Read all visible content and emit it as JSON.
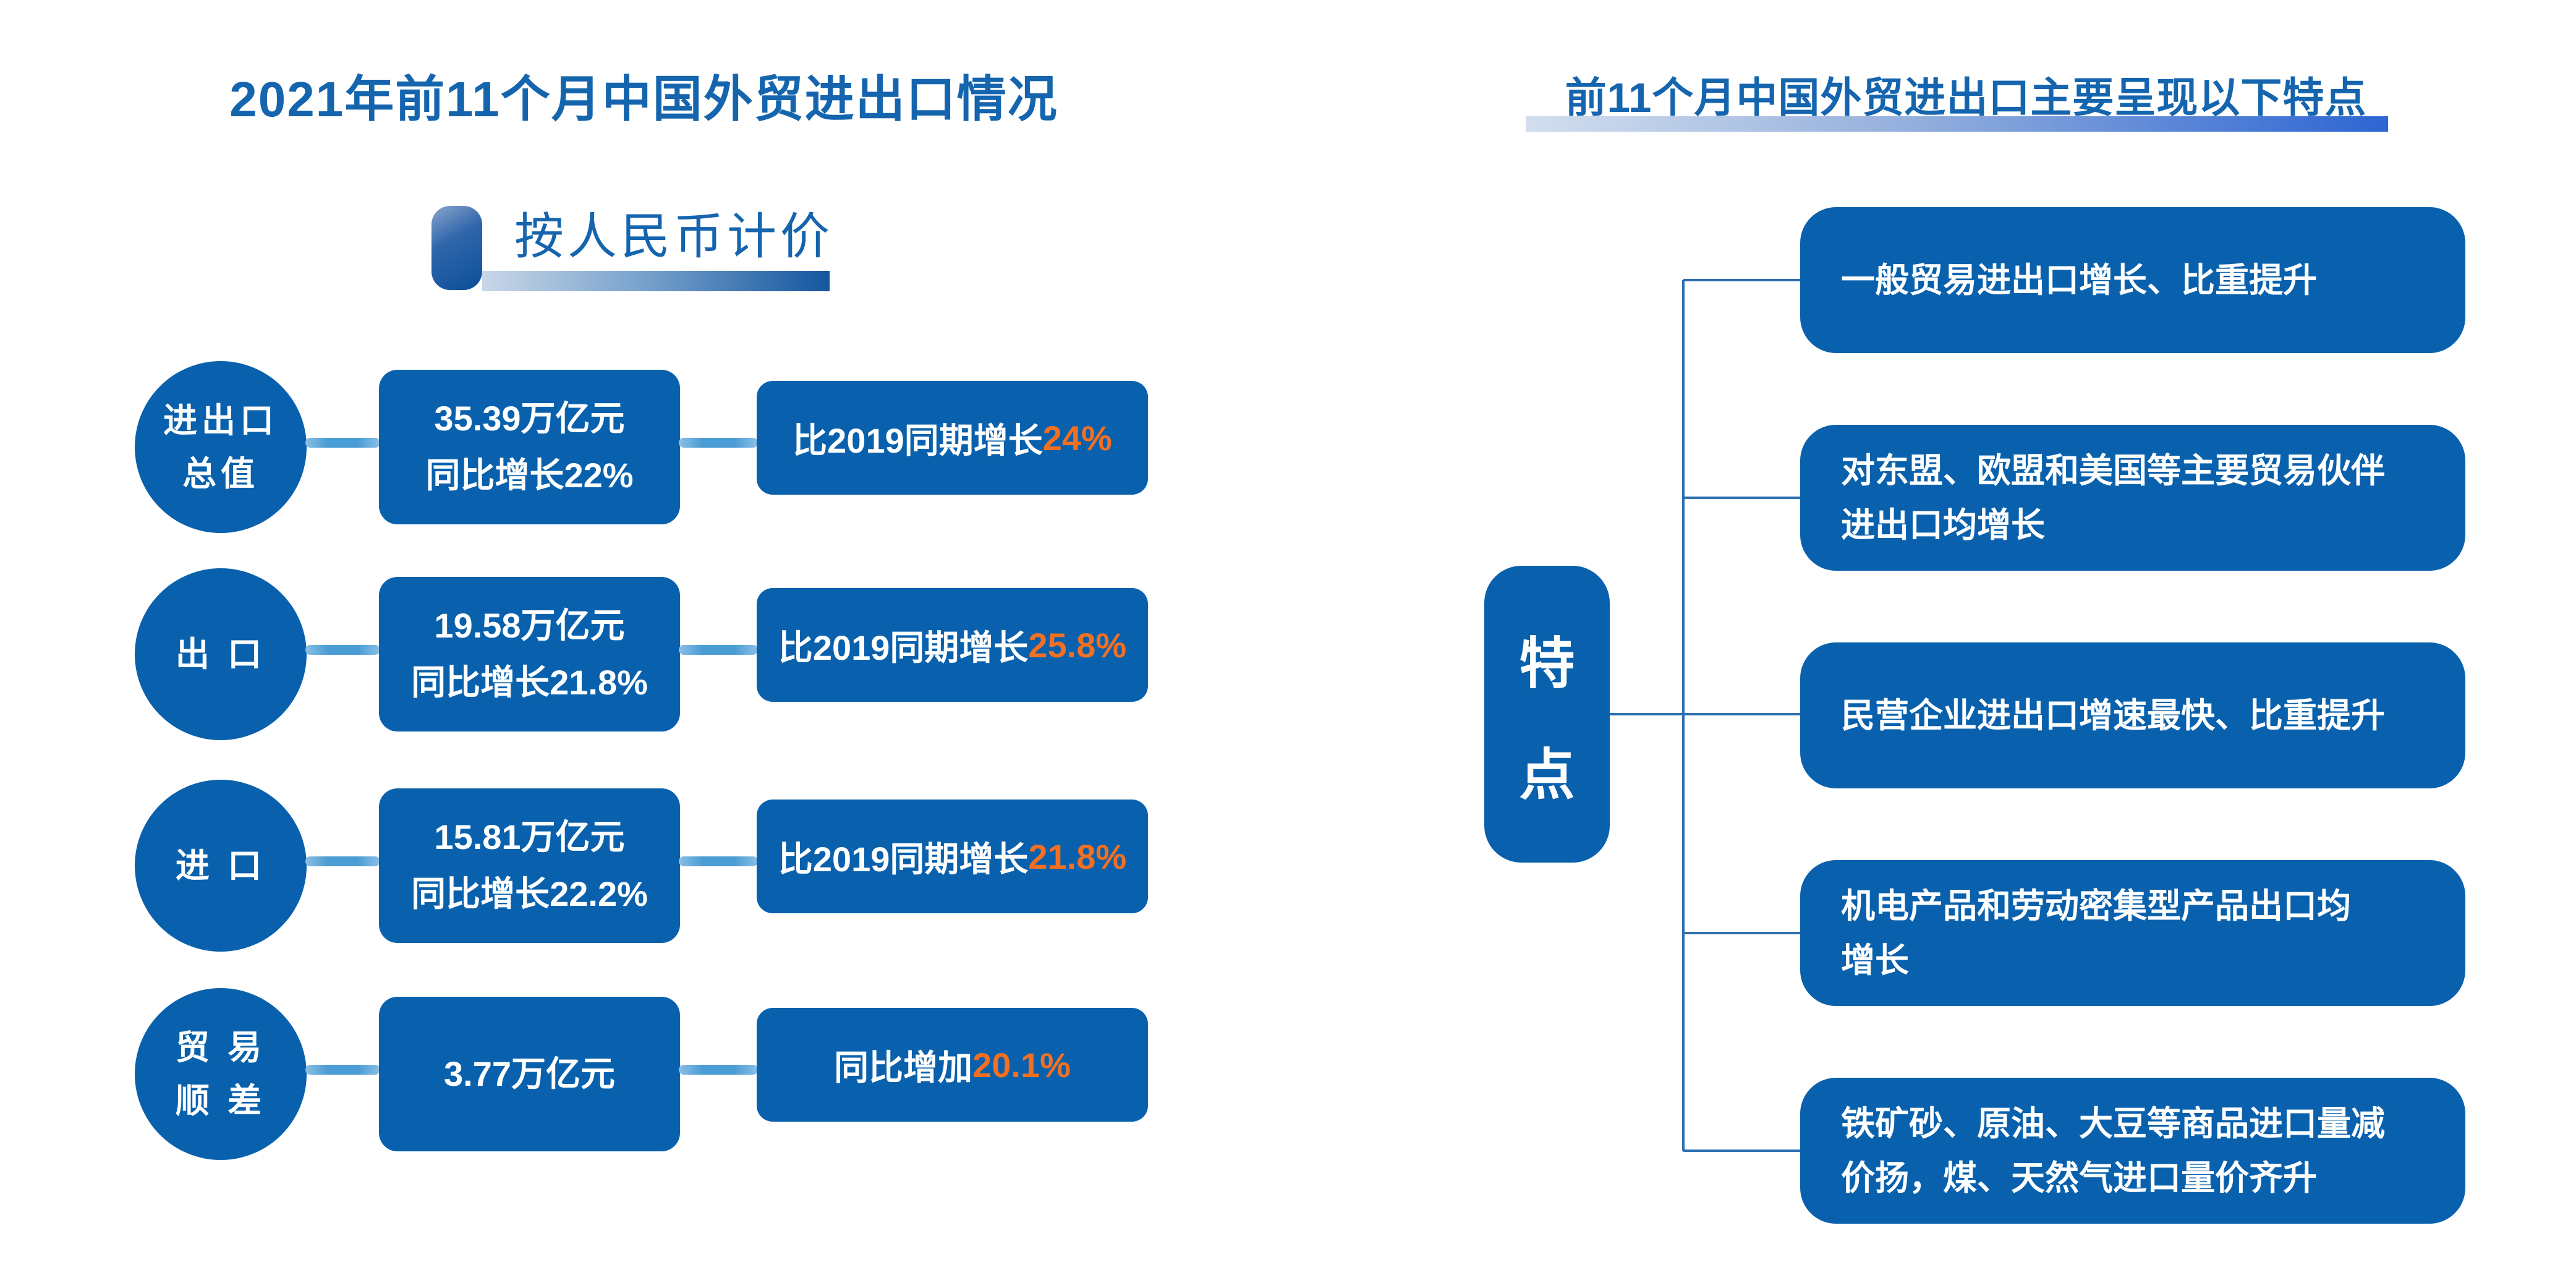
{
  "left_panel": {
    "title": "2021年前11个月中国外贸进出口情况",
    "badge": {
      "label": "按人民币计价"
    },
    "rows": [
      {
        "circle": "进出口\n总值",
        "value": "35.39万亿元\n同比增长22%",
        "compare_prefix": "比2019同期增长",
        "compare_value": "24%"
      },
      {
        "circle": "出 口",
        "value": "19.58万亿元\n同比增长21.8%",
        "compare_prefix": "比2019同期增长",
        "compare_value": "25.8%"
      },
      {
        "circle": "进 口",
        "value": "15.81万亿元\n同比增长22.2%",
        "compare_prefix": "比2019同期增长",
        "compare_value": "21.8%"
      },
      {
        "circle": "贸 易\n顺 差",
        "value": "3.77万亿元",
        "compare_prefix": "同比增加",
        "compare_value": "20.1%"
      }
    ]
  },
  "right_panel": {
    "title": "前11个月中国外贸进出口主要呈现以下特点",
    "node_chars": [
      "特",
      "点"
    ],
    "features": [
      "一般贸易进出口增长、比重提升",
      "对东盟、欧盟和美国等主要贸易伙伴\n进出口均增长",
      "民营企业进出口增速最快、比重提升",
      "机电产品和劳动密集型产品出口均\n增长",
      "铁矿砂、原油、大豆等商品进口量减\n价扬，煤、天然气进口量价齐升"
    ]
  },
  "colors": {
    "primary_blue": "#0961ad",
    "title_blue": "#1565ae",
    "accent_orange": "#f36f21",
    "connector_blue": "#4a9cd4",
    "tree_line_blue": "#2e6fae"
  }
}
